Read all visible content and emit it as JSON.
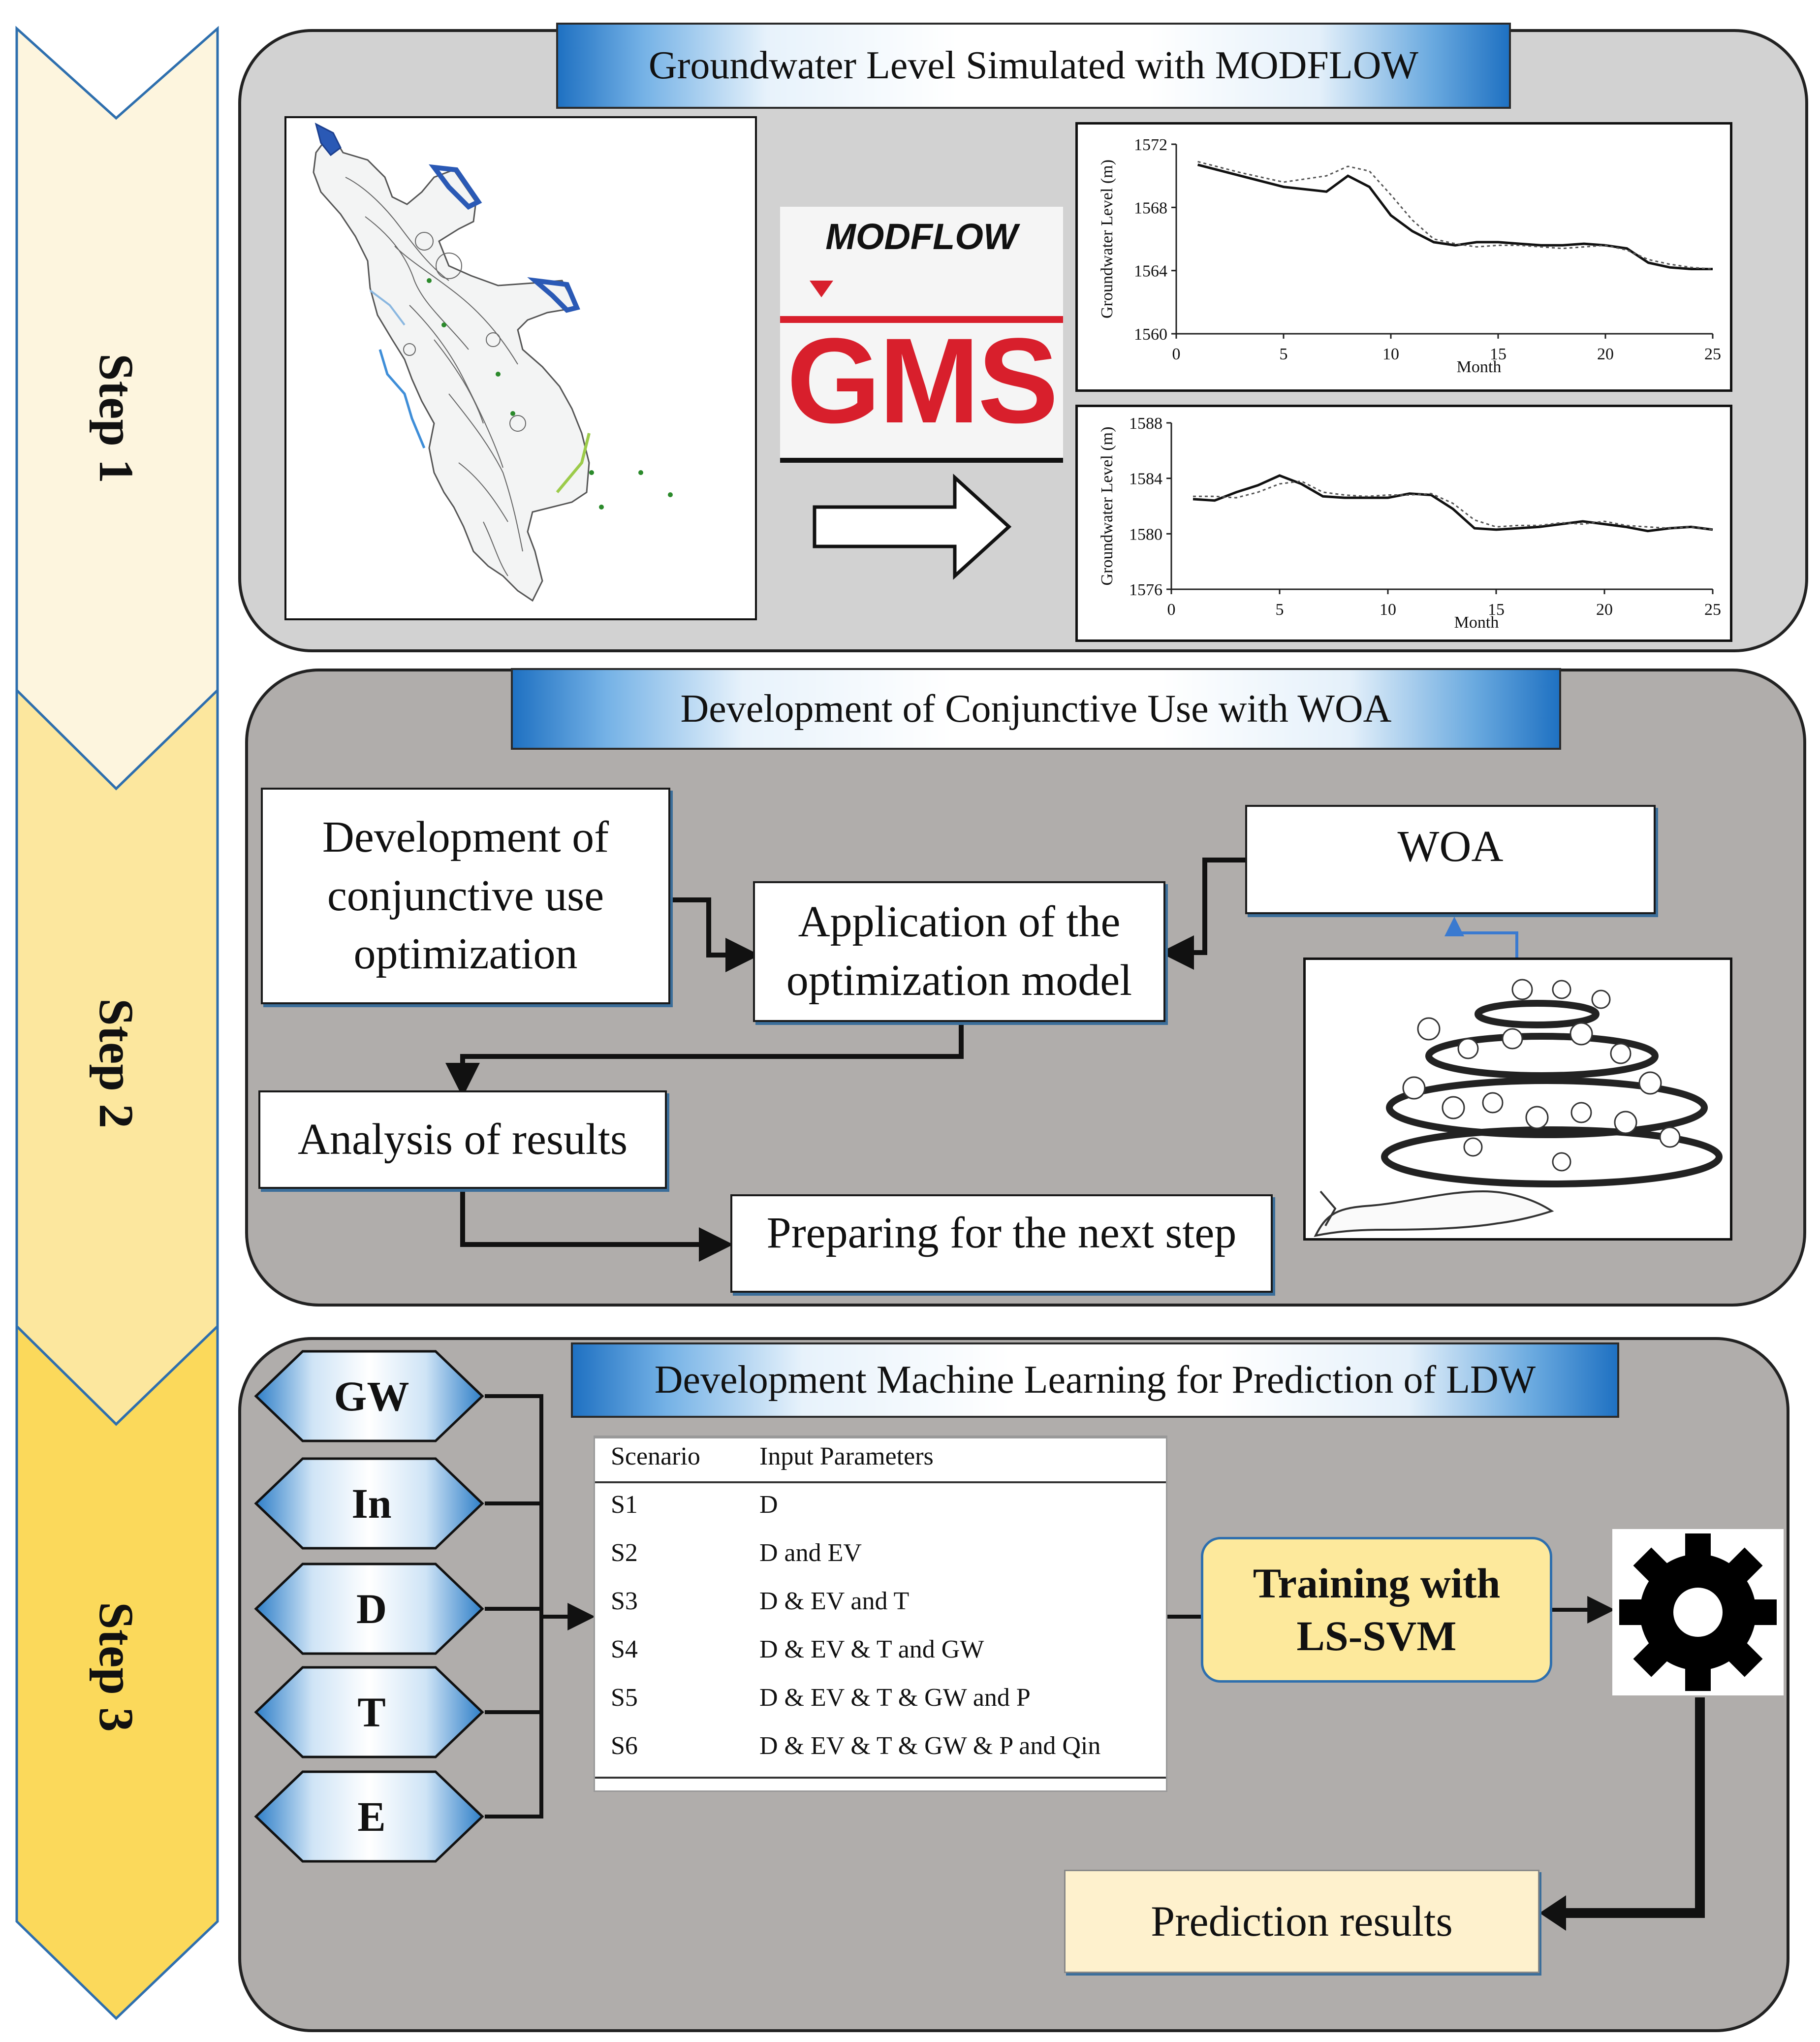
{
  "steps": [
    "Step 1",
    "Step 2",
    "Step 3"
  ],
  "step1": {
    "title": "Groundwater Level Simulated with MODFLOW",
    "logo_modflow": "MODFLOW",
    "logo_gms": "GMS",
    "chart_ylabel": "Groundwater Level (m)",
    "chart_xlabel": "Month"
  },
  "step2": {
    "title": "Development of Conjunctive Use with WOA",
    "box_development": "Development of conjunctive use optimization",
    "box_application": "Application of the optimization model",
    "box_woa": "WOA",
    "box_analysis": "Analysis of results",
    "box_preparing": "Preparing for the next step"
  },
  "step3": {
    "title": "Development Machine Learning for Prediction of LDW",
    "inputs": [
      "GW",
      "In",
      "D",
      "T",
      "E"
    ],
    "table": {
      "headers": [
        "Scenario",
        "Input Parameters"
      ],
      "rows": [
        [
          "S1",
          "D"
        ],
        [
          "S2",
          "D and EV"
        ],
        [
          "S3",
          "D & EV and T"
        ],
        [
          "S4",
          "D & EV & T and GW"
        ],
        [
          "S5",
          "D & EV & T & GW and P"
        ],
        [
          "S6",
          "D & EV & T & GW & P and Qin"
        ]
      ]
    },
    "training": "Training with LS-SVM",
    "prediction": "Prediction results",
    "gear_icon": "gear-icon"
  },
  "colors": {
    "panel1_bg": "#d2d2d2",
    "panel_bg": "#b0adab",
    "step1_arrow": "#fdf5de",
    "step2_arrow": "#fce79e",
    "step3_arrow": "#fbd95b",
    "title_gradient": "#1f71c2",
    "training_box": "#fde99c",
    "prediction_box": "#fef1cd",
    "gms_red": "#d81f2c"
  },
  "chart_data": [
    {
      "type": "line",
      "ylabel": "Groundwater Level (m)",
      "xlabel": "Month",
      "xlim": [
        0,
        25
      ],
      "ylim": [
        1560,
        1572
      ],
      "xticks": [
        0,
        5,
        10,
        15,
        20,
        25
      ],
      "yticks": [
        1560,
        1564,
        1568,
        1572
      ],
      "series": [
        {
          "x": [
            1,
            3,
            5,
            7,
            8,
            9,
            10,
            11,
            12,
            13,
            14,
            15,
            16,
            17,
            18,
            19,
            20,
            21,
            22,
            23,
            24,
            25
          ],
          "y": [
            1570.7,
            1570.0,
            1569.3,
            1569.0,
            1570.0,
            1569.3,
            1567.5,
            1566.5,
            1565.8,
            1565.6,
            1565.8,
            1565.8,
            1565.7,
            1565.6,
            1565.6,
            1565.7,
            1565.6,
            1565.4,
            1564.5,
            1564.2,
            1564.1,
            1564.1
          ]
        },
        {
          "x": [
            1,
            3,
            5,
            7,
            8,
            9,
            10,
            11,
            12,
            13,
            14,
            15,
            16,
            17,
            18,
            19,
            20,
            21,
            22,
            23,
            24,
            25
          ],
          "y": [
            1570.9,
            1570.2,
            1569.6,
            1570.0,
            1570.6,
            1570.3,
            1568.8,
            1567.2,
            1566.0,
            1565.7,
            1565.5,
            1565.6,
            1565.6,
            1565.5,
            1565.4,
            1565.5,
            1565.6,
            1565.3,
            1564.7,
            1564.4,
            1564.2,
            1564.1
          ]
        }
      ]
    },
    {
      "type": "line",
      "ylabel": "Groundwater Level (m)",
      "xlabel": "Month",
      "xlim": [
        0,
        25
      ],
      "ylim": [
        1576,
        1588
      ],
      "xticks": [
        0,
        5,
        10,
        15,
        20,
        25
      ],
      "yticks": [
        1576,
        1580,
        1584,
        1588
      ],
      "series": [
        {
          "x": [
            1,
            2,
            3,
            4,
            5,
            6,
            7,
            8,
            9,
            10,
            11,
            12,
            13,
            14,
            15,
            16,
            17,
            18,
            19,
            20,
            21,
            22,
            23,
            24,
            25
          ],
          "y": [
            1582.5,
            1582.4,
            1583.0,
            1583.5,
            1584.2,
            1583.6,
            1582.7,
            1582.6,
            1582.6,
            1582.6,
            1582.9,
            1582.8,
            1581.8,
            1580.4,
            1580.3,
            1580.4,
            1580.5,
            1580.7,
            1580.9,
            1580.7,
            1580.5,
            1580.2,
            1580.4,
            1580.5,
            1580.3
          ]
        },
        {
          "x": [
            1,
            2,
            3,
            4,
            5,
            6,
            7,
            8,
            9,
            10,
            11,
            12,
            13,
            14,
            15,
            16,
            17,
            18,
            19,
            20,
            21,
            22,
            23,
            24,
            25
          ],
          "y": [
            1582.7,
            1582.7,
            1582.6,
            1583.0,
            1583.6,
            1583.8,
            1583.0,
            1582.8,
            1582.7,
            1582.8,
            1582.8,
            1582.9,
            1582.2,
            1581.0,
            1580.5,
            1580.6,
            1580.6,
            1580.8,
            1580.7,
            1580.9,
            1580.6,
            1580.5,
            1580.4,
            1580.5,
            1580.3
          ]
        }
      ]
    }
  ]
}
